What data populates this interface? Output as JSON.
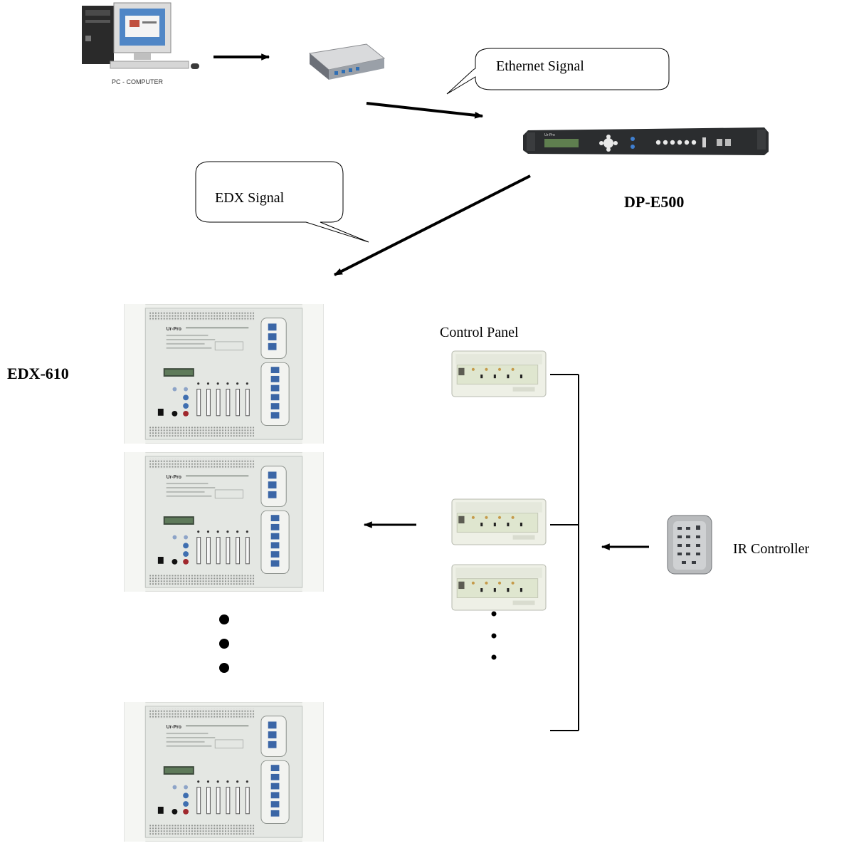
{
  "labels": {
    "pc_caption": "PC - COMPUTER",
    "ethernet_signal": "Ethernet Signal",
    "edx_signal": "EDX Signal",
    "dp_e500": "DP-E500",
    "edx_610": "EDX-610",
    "control_panel": "Control Panel",
    "ir_controller": "IR Controller"
  },
  "brand_text": "Ur-Pro",
  "icons": {
    "pc": "pc-computer-icon",
    "router": "network-switch-icon",
    "controller": "dp-e500-rack-unit-icon",
    "dimmer": "edx-610-dimmer-cabinet-icon",
    "panel": "control-panel-icon",
    "remote": "ir-remote-icon"
  },
  "colors": {
    "line": "#000000",
    "cabinet": "#e6e9e6",
    "cabinet_frame": "#f3f4f2",
    "rack": "#2b2d2f",
    "button_blue": "#3f6fb0"
  }
}
